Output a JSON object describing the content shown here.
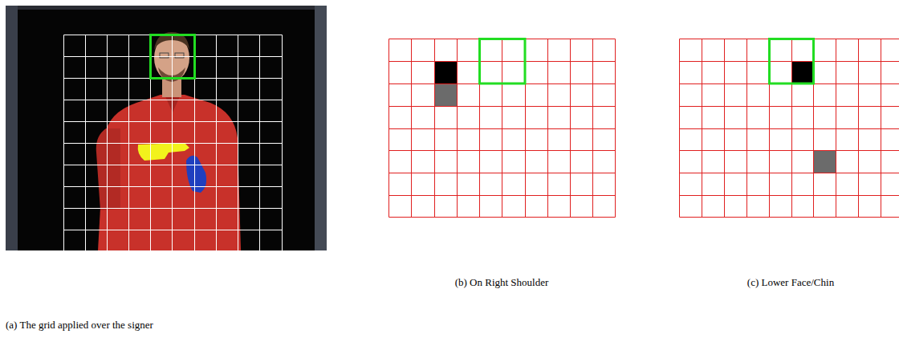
{
  "diagram": {
    "labels": [
      "(b) On Right Shoulder",
      "(c) Lower Face/Chin",
      "(a) The grid applied over the signer"
    ]
  }
}
